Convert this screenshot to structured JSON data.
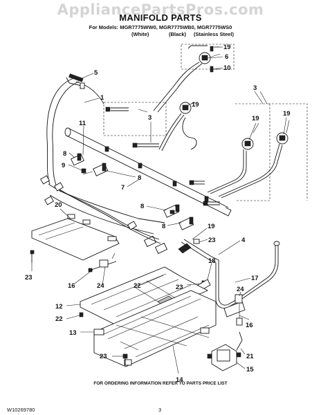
{
  "watermark": "AppliancePartsPros.com",
  "title": "MANIFOLD PARTS",
  "models": "For Models: MGR7775WW0, MGR7775WB0, MGR7775WS0",
  "variants": [
    "(White)",
    "(Black)",
    "(Stainless Steel)"
  ],
  "footer": "FOR ORDERING INFORMATION REFER TO PARTS PRICE LIST",
  "doc_number": "W10269780",
  "page_number": "3",
  "callouts": {
    "c19a": "19",
    "c6": "6",
    "c10": "10",
    "c5": "5",
    "c1": "1",
    "c3a": "3",
    "c19b": "19",
    "c3b": "3",
    "c19c": "19",
    "c19d": "19",
    "c11": "11",
    "c8a": "8",
    "c9": "9",
    "c8b": "8",
    "c7": "7",
    "c20": "20",
    "c8c": "8",
    "c8d": "8",
    "c19e": "19",
    "c23a": "23",
    "c4": "4",
    "c23b": "23",
    "c18": "18",
    "c16a": "16",
    "c24a": "24",
    "c22a": "22",
    "c23c": "23",
    "c17": "17",
    "c24b": "24",
    "c12": "12",
    "c22b": "22",
    "c16b": "16",
    "c13": "13",
    "c21": "21",
    "c23d": "23",
    "c14": "14",
    "c15": "15"
  }
}
